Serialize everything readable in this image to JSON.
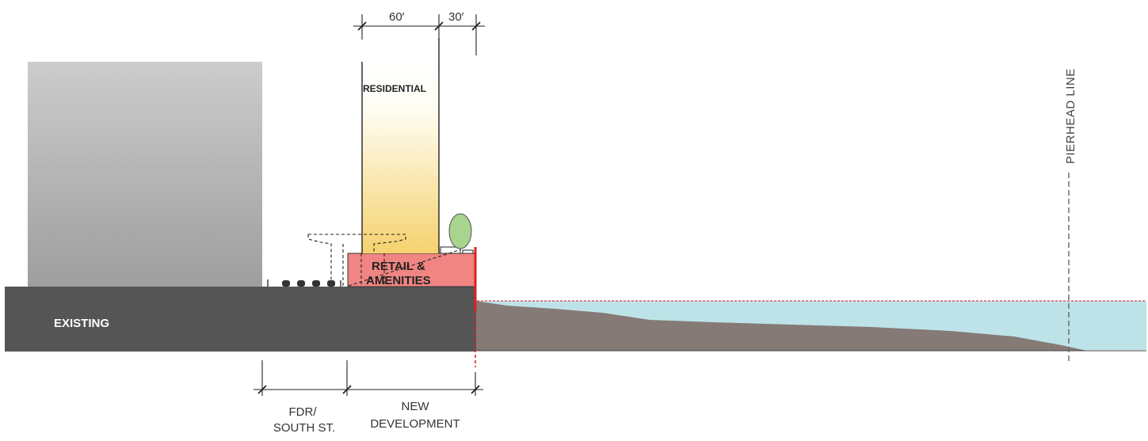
{
  "labels": {
    "existing": "EXISTING",
    "residential": "RESIDENTIAL",
    "retail_line1": "RETAIL &",
    "retail_line2": "AMENITIES",
    "pierhead": "PIERHEAD LINE",
    "dim_60": "60′",
    "dim_30": "30′",
    "fdr_line1": "FDR/",
    "fdr_line2": "SOUTH ST.",
    "newdev_line1": "NEW",
    "newdev_line2": "DEVELOPMENT"
  },
  "colors": {
    "existing_ground": "#555555",
    "existing_building_top": "#c9c9c9",
    "existing_building_bottom": "#a0a0a0",
    "residential_top": "#fffef8",
    "residential_bottom": "#f7d77a",
    "retail": "#f08583",
    "water": "#bde3e8",
    "riverbed": "#857a76",
    "bulkhead": "#e01f1f",
    "tree": "#a7d48e"
  }
}
